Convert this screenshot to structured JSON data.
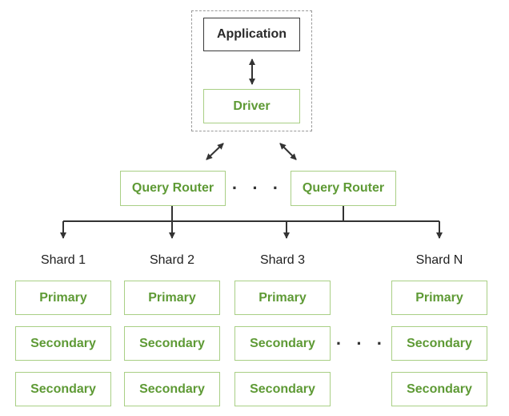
{
  "client": {
    "application_label": "Application",
    "driver_label": "Driver"
  },
  "routers": [
    {
      "label": "Query Router"
    },
    {
      "label": "Query Router"
    }
  ],
  "router_ellipsis": "· · ·",
  "shards": [
    {
      "name": "Shard 1",
      "primary": "Primary",
      "secondaries": [
        "Secondary",
        "Secondary"
      ]
    },
    {
      "name": "Shard 2",
      "primary": "Primary",
      "secondaries": [
        "Secondary",
        "Secondary"
      ]
    },
    {
      "name": "Shard 3",
      "primary": "Primary",
      "secondaries": [
        "Secondary",
        "Secondary"
      ]
    },
    {
      "name": "Shard N",
      "primary": "Primary",
      "secondaries": [
        "Secondary",
        "Secondary"
      ]
    }
  ],
  "shard_ellipsis": "· · ·",
  "colors": {
    "green_text": "#5e9a35",
    "green_border": "#a9cf85",
    "dark": "#3a3a3a"
  }
}
